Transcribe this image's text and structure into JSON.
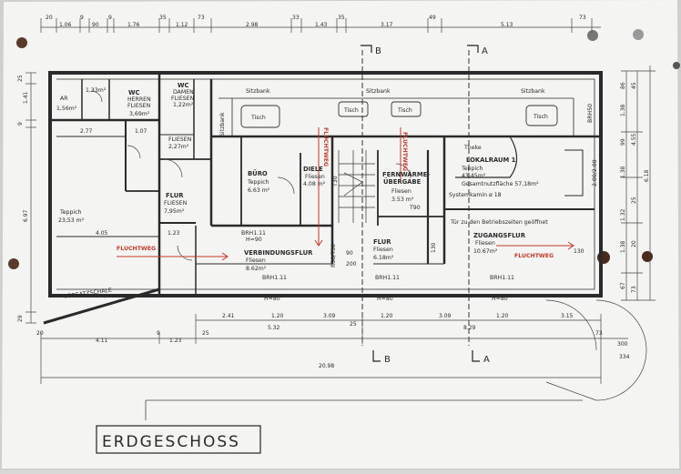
{
  "colors": {
    "paper": "#f4f4f2",
    "ink": "#2a2a2a",
    "exit": "#c0392b",
    "pin": "#5a3a2a"
  },
  "title": "ERDGESCHOSS",
  "section_markers": {
    "b": "B",
    "a": "A"
  },
  "top_dims": [
    "20",
    "1.06",
    "9",
    "90",
    "9",
    "1.76",
    "35",
    "1.12",
    "73",
    "2.98",
    "33",
    "1.43",
    "35",
    "3.17",
    "49",
    "5.13",
    "73"
  ],
  "bottom_dims_row1": [
    "2.41",
    "1.20",
    "3.09",
    "1.20",
    "3.09",
    "1.20",
    "3.15"
  ],
  "bottom_dims_row2": [
    "20",
    "4.11",
    "9",
    "1.23",
    "25",
    "5.32",
    "25",
    "8.29",
    "73"
  ],
  "overall_width": "20.98",
  "left_dims": [
    "25",
    "1.41",
    "9",
    "6.97",
    "29"
  ],
  "right_dims": [
    "86",
    "45",
    "1.38",
    "99",
    "1.38",
    "1.32",
    "1.38",
    "67",
    "20",
    "4.55",
    "25",
    "6.18",
    "73"
  ],
  "misc_dims": [
    "300",
    "334",
    "2.77",
    "1.07",
    "4.05",
    "1.23",
    "90",
    "200",
    "130",
    "130"
  ],
  "rooms": {
    "ar": {
      "name": "AR",
      "area": "1,56m²"
    },
    "small": {
      "area": "1,33m²"
    },
    "wc_herren": {
      "name": "WC",
      "sub": "HERREN",
      "floor": "FLIESEN",
      "area": "3,69m²"
    },
    "wc_damen": {
      "name": "WC",
      "sub": "DAMEN",
      "floor": "FLIESEN",
      "area": "1,22m²"
    },
    "fliesen_small": {
      "floor": "FLIESEN",
      "area": "2,27m²"
    },
    "teppich_left": {
      "floor": "Teppich",
      "area": "23,53 m²"
    },
    "vorsatzschale": {
      "name": "VORSATZSCHALE"
    },
    "flur_left": {
      "name": "FLUR",
      "floor": "FLIESEN",
      "area": "7,95m²"
    },
    "buero": {
      "name": "BÜRO",
      "floor": "Teppich",
      "area": "6.63 m²"
    },
    "diele": {
      "name": "DIELE",
      "floor": "Fliesen",
      "area": "4.08 m²"
    },
    "fernwaerme": {
      "name": "FERNWÄRME-",
      "sub": "ÜBERGABE",
      "floor": "Fliesen",
      "area": "3.53 m²"
    },
    "lokalraum": {
      "name": "LOKALRAUM 1",
      "floor": "Teppich",
      "area": "43.45m²",
      "total": "Gesamtnutzfläche 57,18m²",
      "note": "Systemkamin ø 18"
    },
    "verbindungsflur": {
      "name": "VERBINDUNGSFLUR",
      "floor": "Fliesen",
      "area": "8.62m²"
    },
    "flur_mid": {
      "name": "FLUR",
      "floor": "Fliesen",
      "area": "6.18m²"
    },
    "zugangsflur": {
      "name": "ZUGANGSFLUR",
      "floor": "Fliesen",
      "area": "10.67m²"
    }
  },
  "furniture": {
    "sitzbank": "Sitzbank",
    "tisch": "Tisch",
    "theke": "Theke"
  },
  "labels": {
    "fluchtweg": "FLUCHTWEG",
    "tuer_open": "Tür zu den Betriebszeiten geöffnet",
    "brh_a": "BRH1.11",
    "h_a": "H=90",
    "brh_b": "BRH1.11",
    "h_b": "H=80",
    "brh_c": "BRH1.11",
    "h_c": "H=80",
    "brh_d": "BRH1.11",
    "h_d": "H=80",
    "brh_side": "BRH50",
    "t30": "T30",
    "r30": "R30/T30",
    "t90": "T90",
    "door_ratio": "2.00/2.00"
  }
}
